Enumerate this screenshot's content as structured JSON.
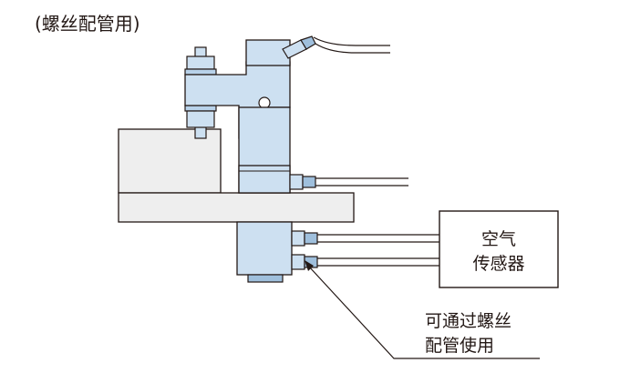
{
  "title": "(螺丝配管用)",
  "sensor_box": {
    "line1": "空气",
    "line2": "传感器"
  },
  "callout": {
    "line1": "可通过螺丝",
    "line2": "配管使用"
  },
  "colors": {
    "part_fill": "#cde0f1",
    "part_dark": "#9fbfdc",
    "plate_fill": "#eeeeee",
    "stroke": "#231815",
    "tube": "#ffffff"
  }
}
